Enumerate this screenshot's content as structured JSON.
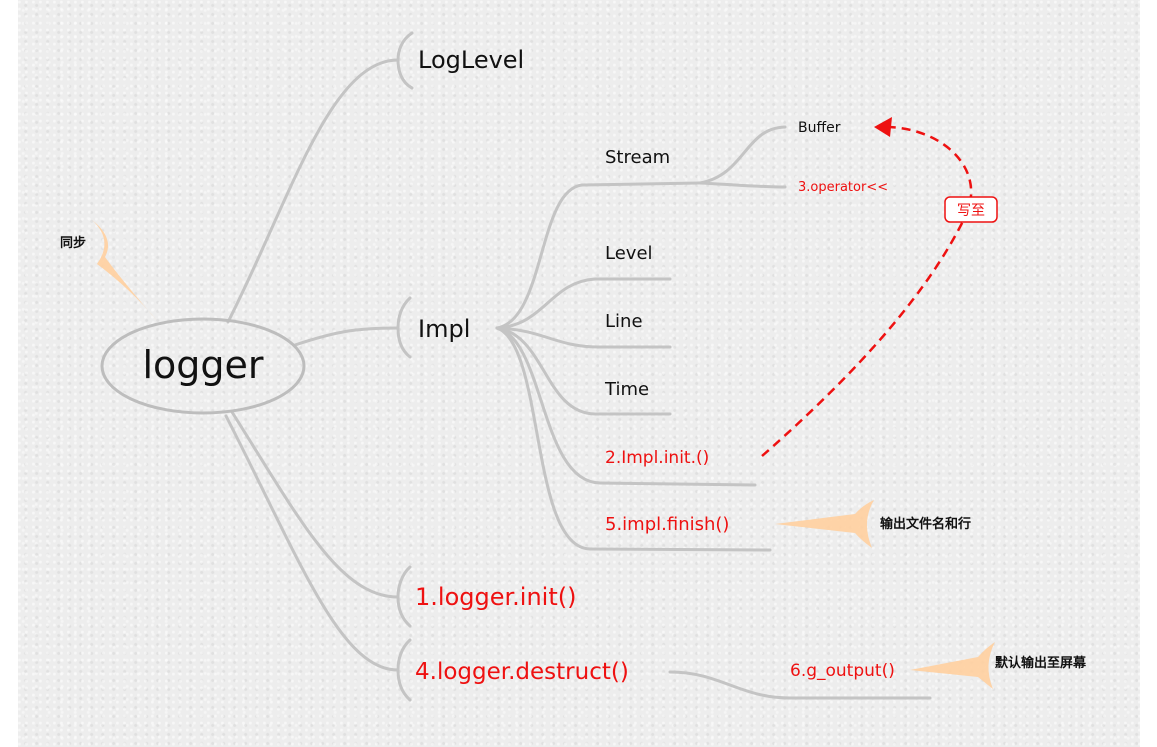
{
  "central": {
    "label": "logger"
  },
  "notes": {
    "sync": "同步",
    "finish_note": "输出文件名和行",
    "output_note": "默认输出至屏幕"
  },
  "branches": {
    "loglevel": {
      "label": "LogLevel"
    },
    "impl": {
      "label": "Impl",
      "children": {
        "stream": {
          "label": "Stream",
          "children": {
            "buffer": "Buffer",
            "operator": "3.operator<<"
          }
        },
        "level": "Level",
        "line": "Line",
        "time": "Time",
        "init": "2.Impl.init.()",
        "finish": "5.impl.finish()"
      }
    },
    "logger_init": {
      "label": "1.logger.init()"
    },
    "logger_destruct": {
      "label": "4.logger.destruct()",
      "children": {
        "g_output": "6.g_output()"
      }
    }
  },
  "relation": {
    "label": "写至"
  },
  "colors": {
    "line": "#c4c4c4",
    "text": "#111111",
    "accent": "#ee1111",
    "callout": "#ffcf9f",
    "paper": "#ededed"
  }
}
